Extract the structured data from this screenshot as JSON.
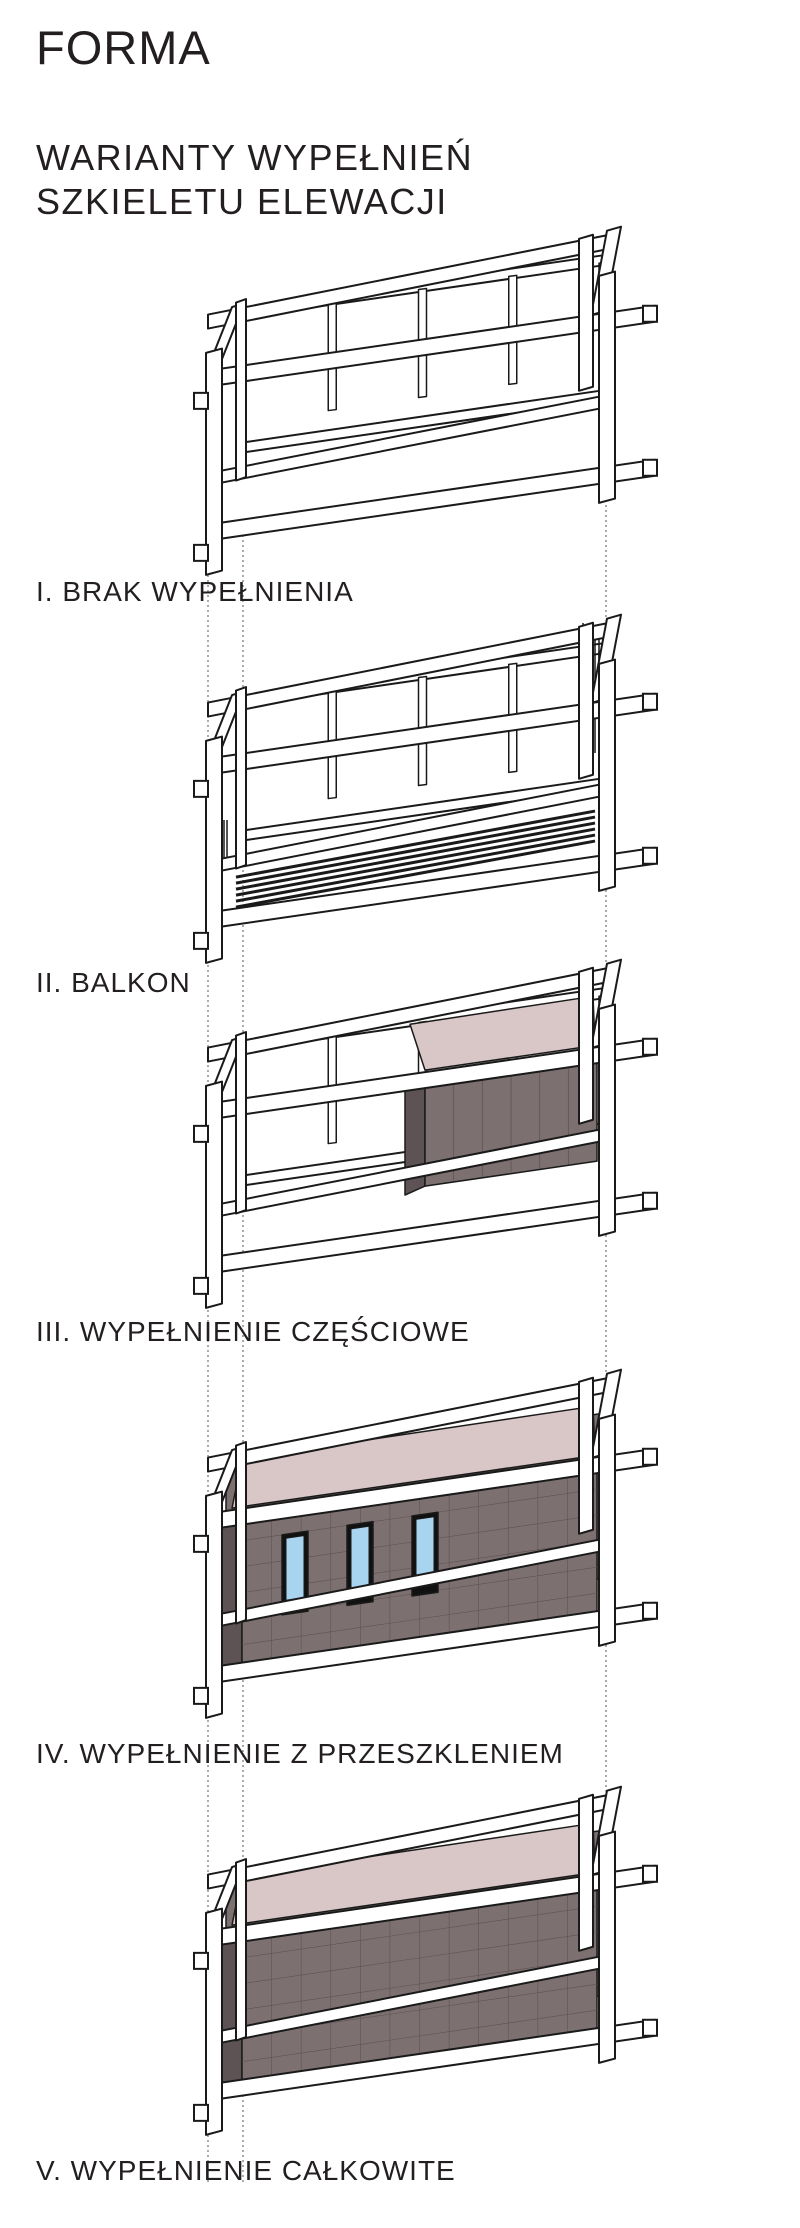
{
  "title": "FORMA",
  "subtitle": {
    "line1": "WARIANTY WYPEŁNIEŃ",
    "line2": "SZKIELETU ELEWACJI"
  },
  "variants": [
    {
      "label": "I. BRAK WYPEŁNIENIA",
      "fill": "none"
    },
    {
      "label": "II. BALKON",
      "fill": "balcony"
    },
    {
      "label": "III. WYPEŁNIENIE CZĘŚCIOWE",
      "fill": "partial"
    },
    {
      "label": "IV. WYPEŁNIENIE Z PRZESZKLENIEM",
      "fill": "glazed"
    },
    {
      "label": "V. WYPEŁNIENIE CAŁKOWITE",
      "fill": "full"
    }
  ],
  "colors": {
    "text": "#231f20",
    "line": "#1a1a1a",
    "frame": "#ffffff",
    "panel": "#7d7071",
    "panel_dark": "#5e5354",
    "top": "#d8c7c6",
    "glass": "#a8d4f0"
  }
}
